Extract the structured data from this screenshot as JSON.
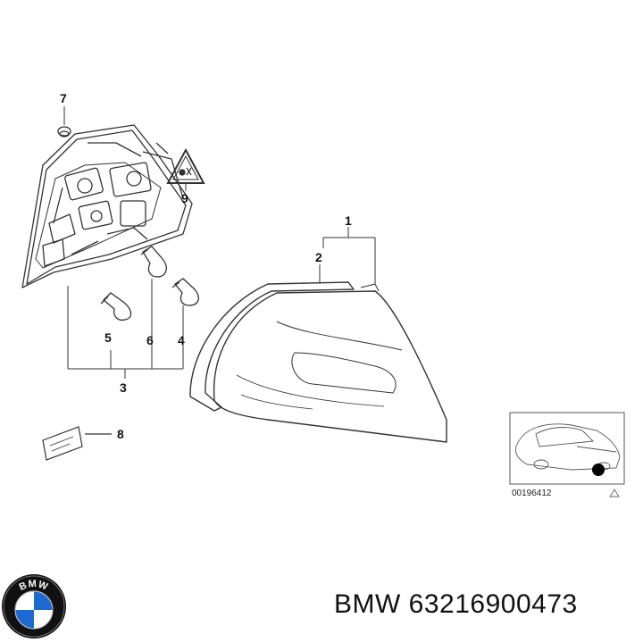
{
  "callouts": {
    "c1": "1",
    "c2": "2",
    "c3": "3",
    "c4": "4",
    "c5": "5",
    "c6": "6",
    "c7": "7",
    "c8": "8",
    "c9": "9"
  },
  "reference_code": "00196412",
  "caption": {
    "brand": "BMW",
    "part_number": "63216900473"
  },
  "logo": {
    "text": "BMW",
    "colors": {
      "blue": "#1c69d4",
      "white": "#ffffff",
      "ring": "#111111"
    }
  },
  "colors": {
    "line": "#333333",
    "marker": "#000000"
  }
}
